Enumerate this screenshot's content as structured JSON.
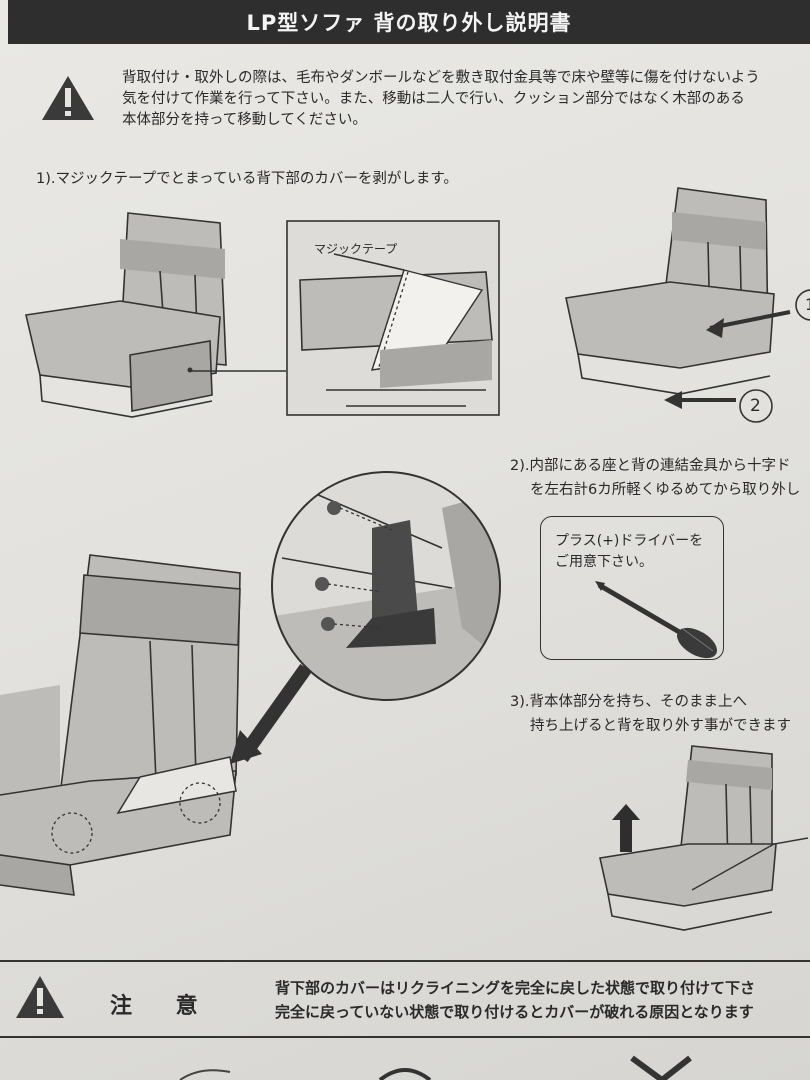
{
  "document": {
    "title": "LP型ソファ 背の取り外し説明書",
    "intro_lines": [
      "背取付け・取外しの際は、毛布やダンボールなどを敷き取付金具等で床や壁等に傷を付けないよう",
      "気を付けて作業を行って下さい。また、移動は二人で行い、クッション部分ではなく木部のある",
      "本体部分を持って移動してください。"
    ],
    "step1": "1).マジックテープでとまっている背下部のカバーを剥がします。",
    "magic_tape_label": "マジックテープ",
    "marker_1": "1",
    "marker_2": "2",
    "step2_lines": [
      "2).内部にある座と背の連結金具から十字ド",
      "を左右計6カ所軽くゆるめてから取り外し"
    ],
    "callout_lines": [
      "プラス(+)ドライバーを",
      "ご用意下さい。"
    ],
    "step3_lines": [
      "3).背本体部分を持ち、そのまま上へ",
      "持ち上げると背を取り外す事ができます"
    ],
    "caution_label": "注 意",
    "caution_lines": [
      "背下部のカバーはリクライニングを完全に戻した状態で取り付けて下さ",
      "完全に戻っていない状態で取り付けるとカバーが破れる原因となります"
    ],
    "icon_names": [
      "warning-icon",
      "screwdriver-icon",
      "up-arrow-icon"
    ]
  }
}
